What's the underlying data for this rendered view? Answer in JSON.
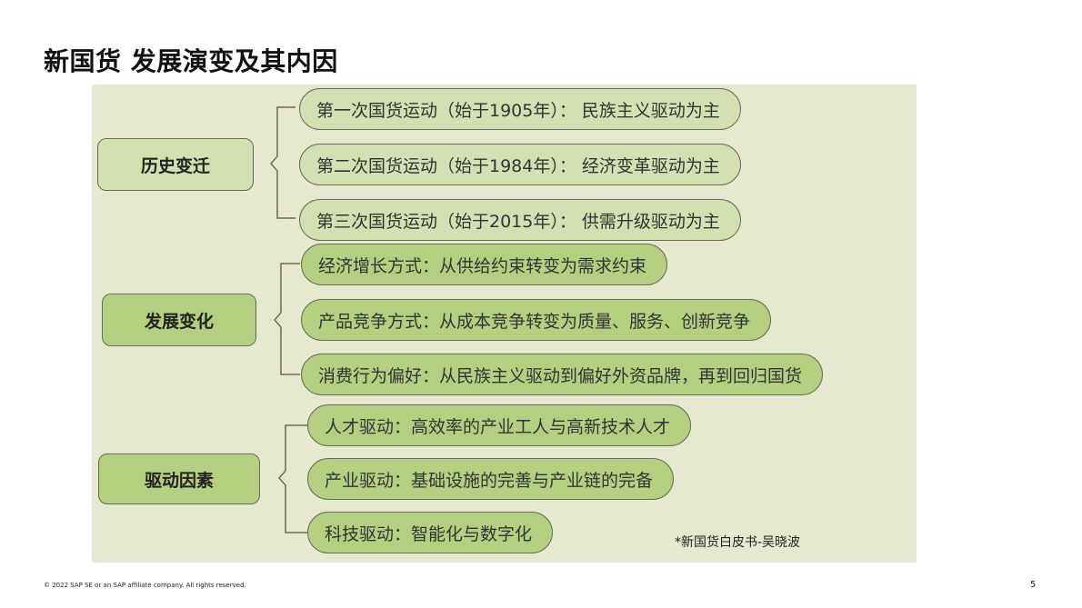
{
  "title": "新国货 发展演变及其内因",
  "diagram": {
    "groups": [
      {
        "label": "历史变迁",
        "items": [
          "第一次国货运动（始于1905年）：  民族主义驱动为主",
          "第二次国货运动（始于1984年）：  经济变革驱动为主",
          "第三次国货运动（始于2015年）：  供需升级驱动为主"
        ]
      },
      {
        "label": "发展变化",
        "items": [
          "经济增长方式：从供给约束转变为需求约束",
          "产品竞争方式：从成本竞争转变为质量、服务、创新竞争",
          "消费行为偏好：从民族主义驱动到偏好外资品牌，再到回归国货"
        ]
      },
      {
        "label": "驱动因素",
        "items": [
          "人才驱动：高效率的产业工人与高新技术人才",
          "产业驱动：基础设施的完善与产业链的完备",
          "科技驱动：智能化与数字化"
        ]
      }
    ],
    "source_note": "*新国货白皮书-吴晓波",
    "colors": {
      "panel_bg": "#e6e9cf",
      "light_green": "#d3e0b1",
      "mid_green": "#b5cf80",
      "outline": "#6b6b55"
    }
  },
  "footer": {
    "copyright": "© 2022 SAP SE or an SAP affiliate company. All rights reserved.",
    "page_number": "5"
  }
}
